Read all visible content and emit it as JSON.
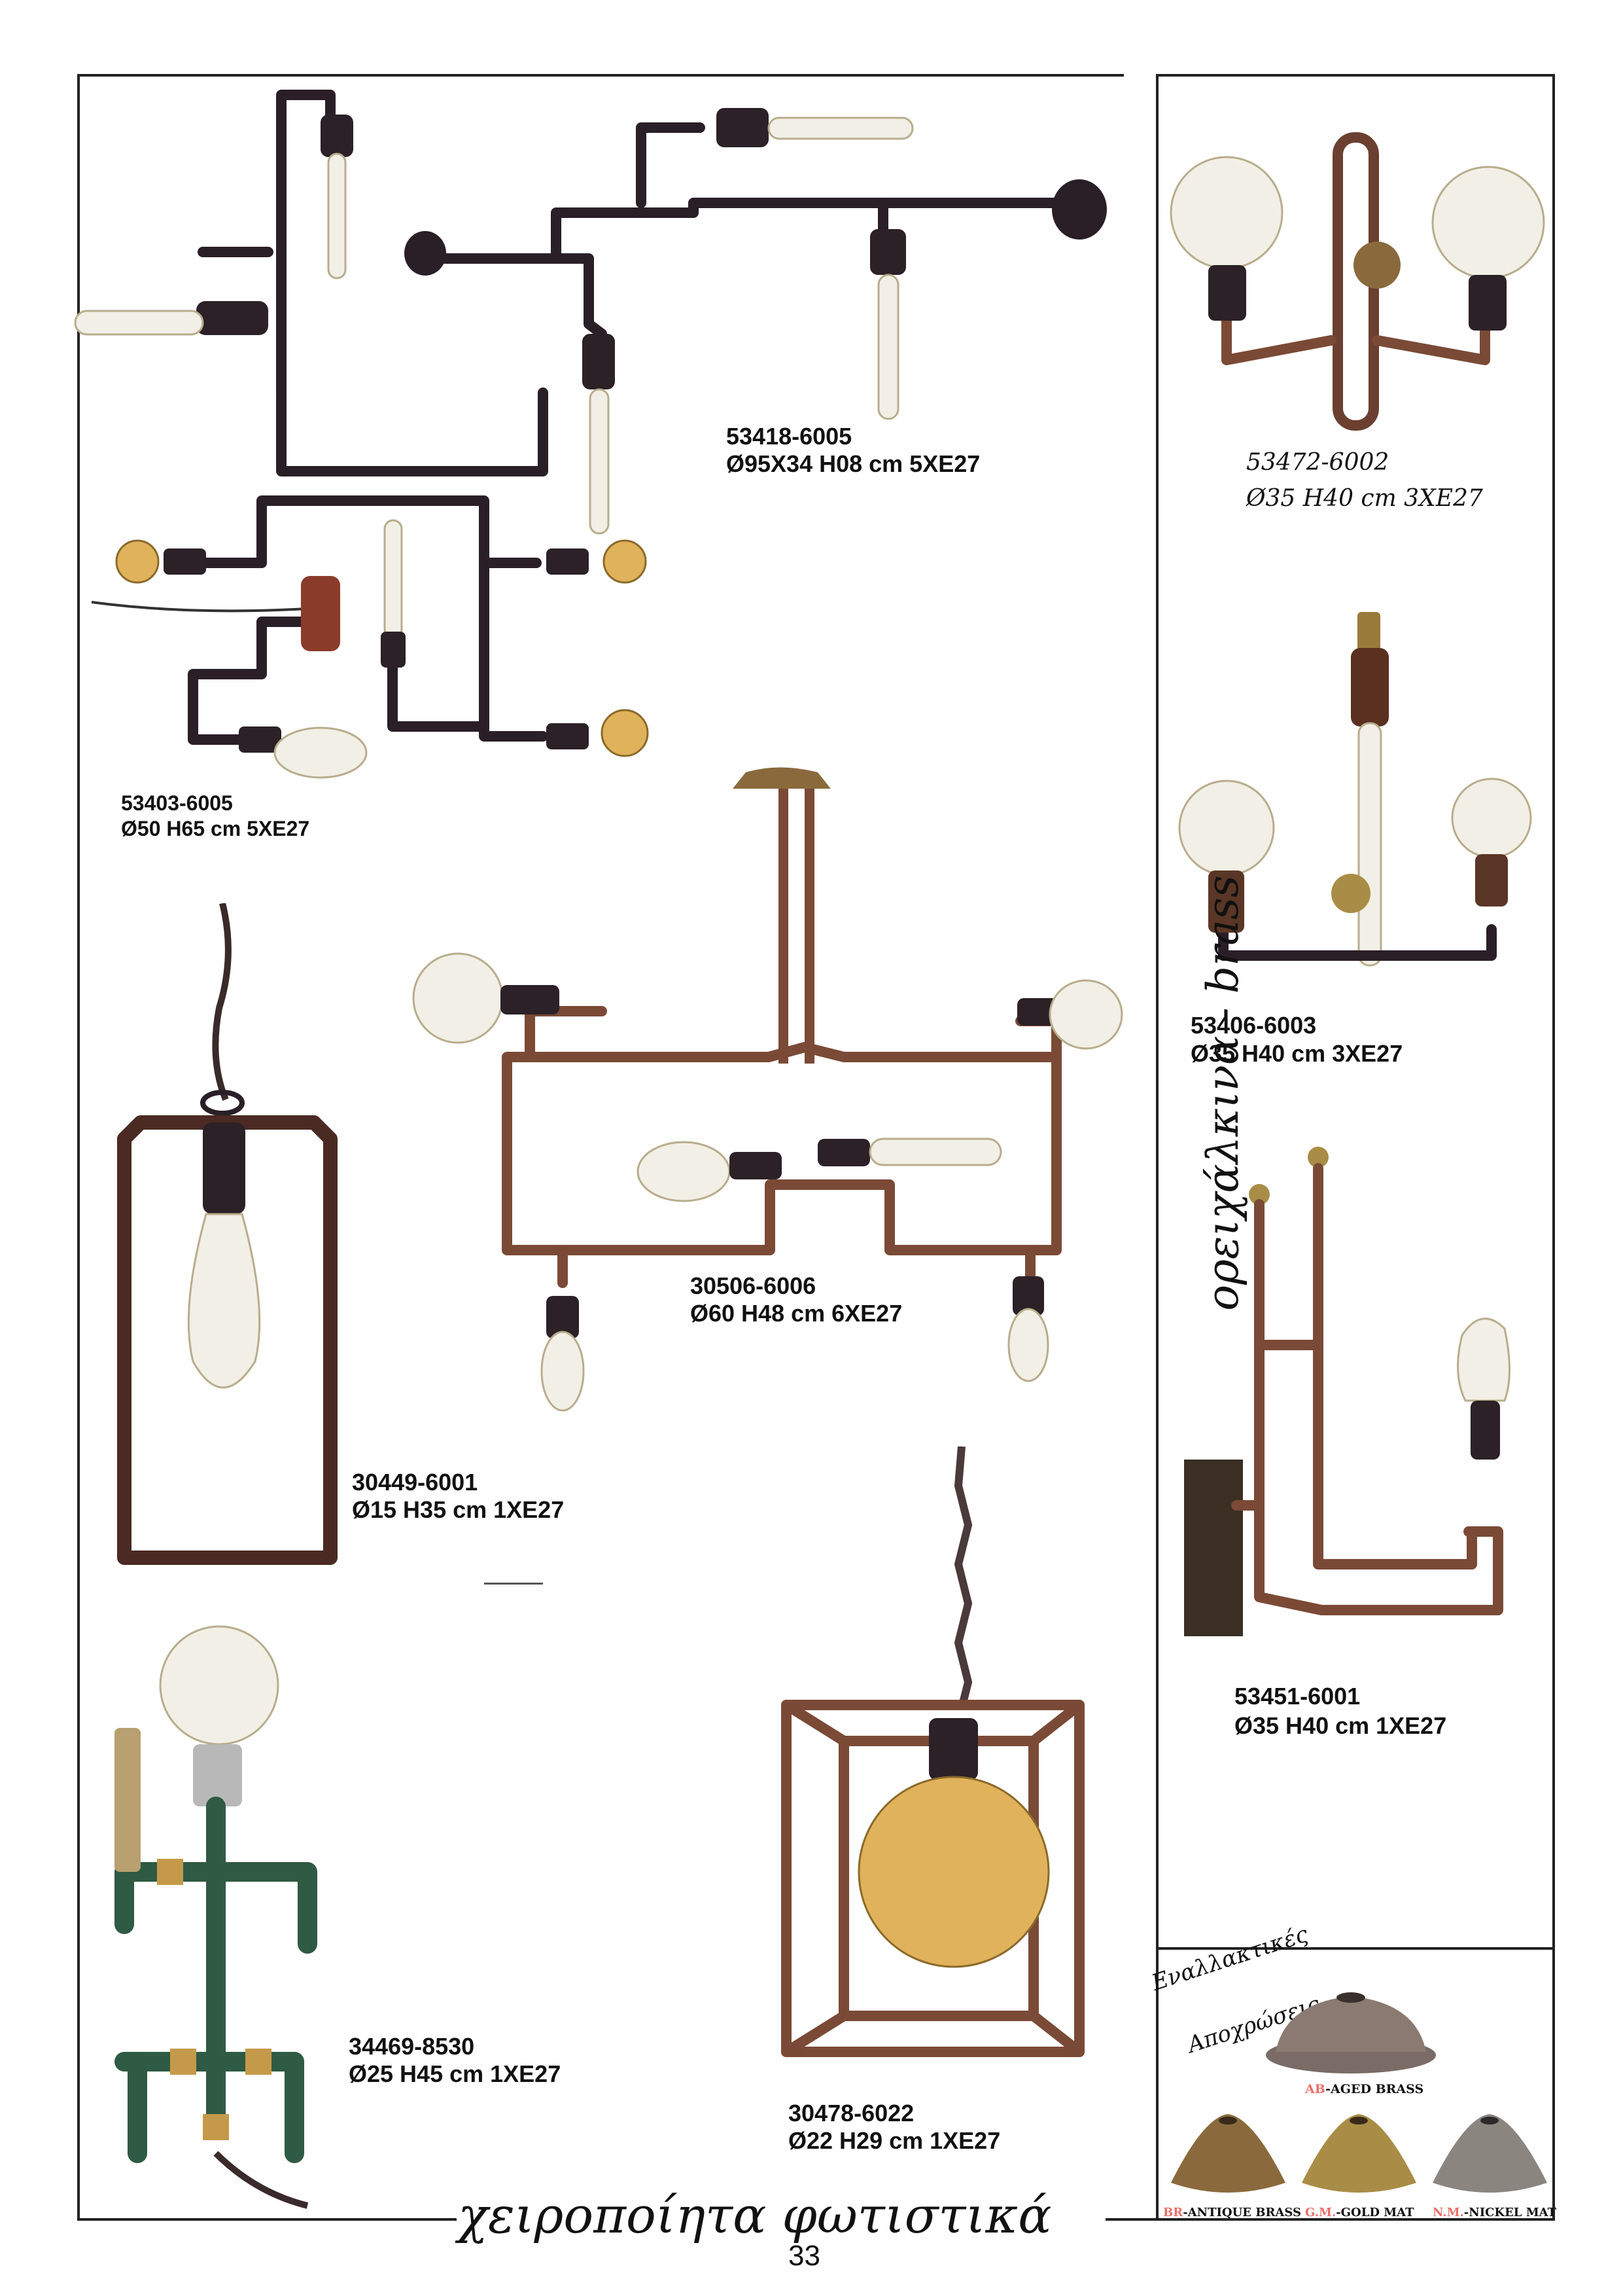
{
  "products": [
    {
      "code": "53418-6005",
      "spec": "Ø95X34  H08 cm 5XE27"
    },
    {
      "code": "53472-6002",
      "spec": "Ø35 H40 cm 3XE27"
    },
    {
      "code": "53403-6005",
      "spec": "Ø50 H65 cm 5XE27"
    },
    {
      "code": "53406-6003",
      "spec": "Ø35 H40 cm 3XE27"
    },
    {
      "code": "30506-6006",
      "spec": "Ø60 H48 cm 6XE27"
    },
    {
      "code": "30449-6001",
      "spec": "Ø15 H35 cm 1XE27"
    },
    {
      "code": "53451-6001",
      "spec": "Ø35  H40 cm 1XE27"
    },
    {
      "code": "34469-8530",
      "spec": "Ø25 H45 cm 1XE27"
    },
    {
      "code": "30478-6022",
      "spec": "Ø22 H29 cm 1XE27"
    }
  ],
  "side_text": "ορειχάλκινα - brass",
  "footer_title": "χειροποίητα φωτιστικά",
  "page_number": "33",
  "finishes": {
    "heading_line1": "Εναλλακτικές",
    "heading_line2": "Αποχρώσεις",
    "items": [
      {
        "abbr": "AB",
        "name": "-AGED BRASS",
        "color": "#8a7a72"
      },
      {
        "abbr": "BR",
        "name": "-ANTIQUE BRASS",
        "color": "#8a6a3c"
      },
      {
        "abbr": "G.M.",
        "name": "-GOLD MAT",
        "color": "#a98d46"
      },
      {
        "abbr": "N.M.",
        "name": "-NICKEL MAT",
        "color": "#8b8580"
      }
    ],
    "accent_color": "#e8706a"
  }
}
